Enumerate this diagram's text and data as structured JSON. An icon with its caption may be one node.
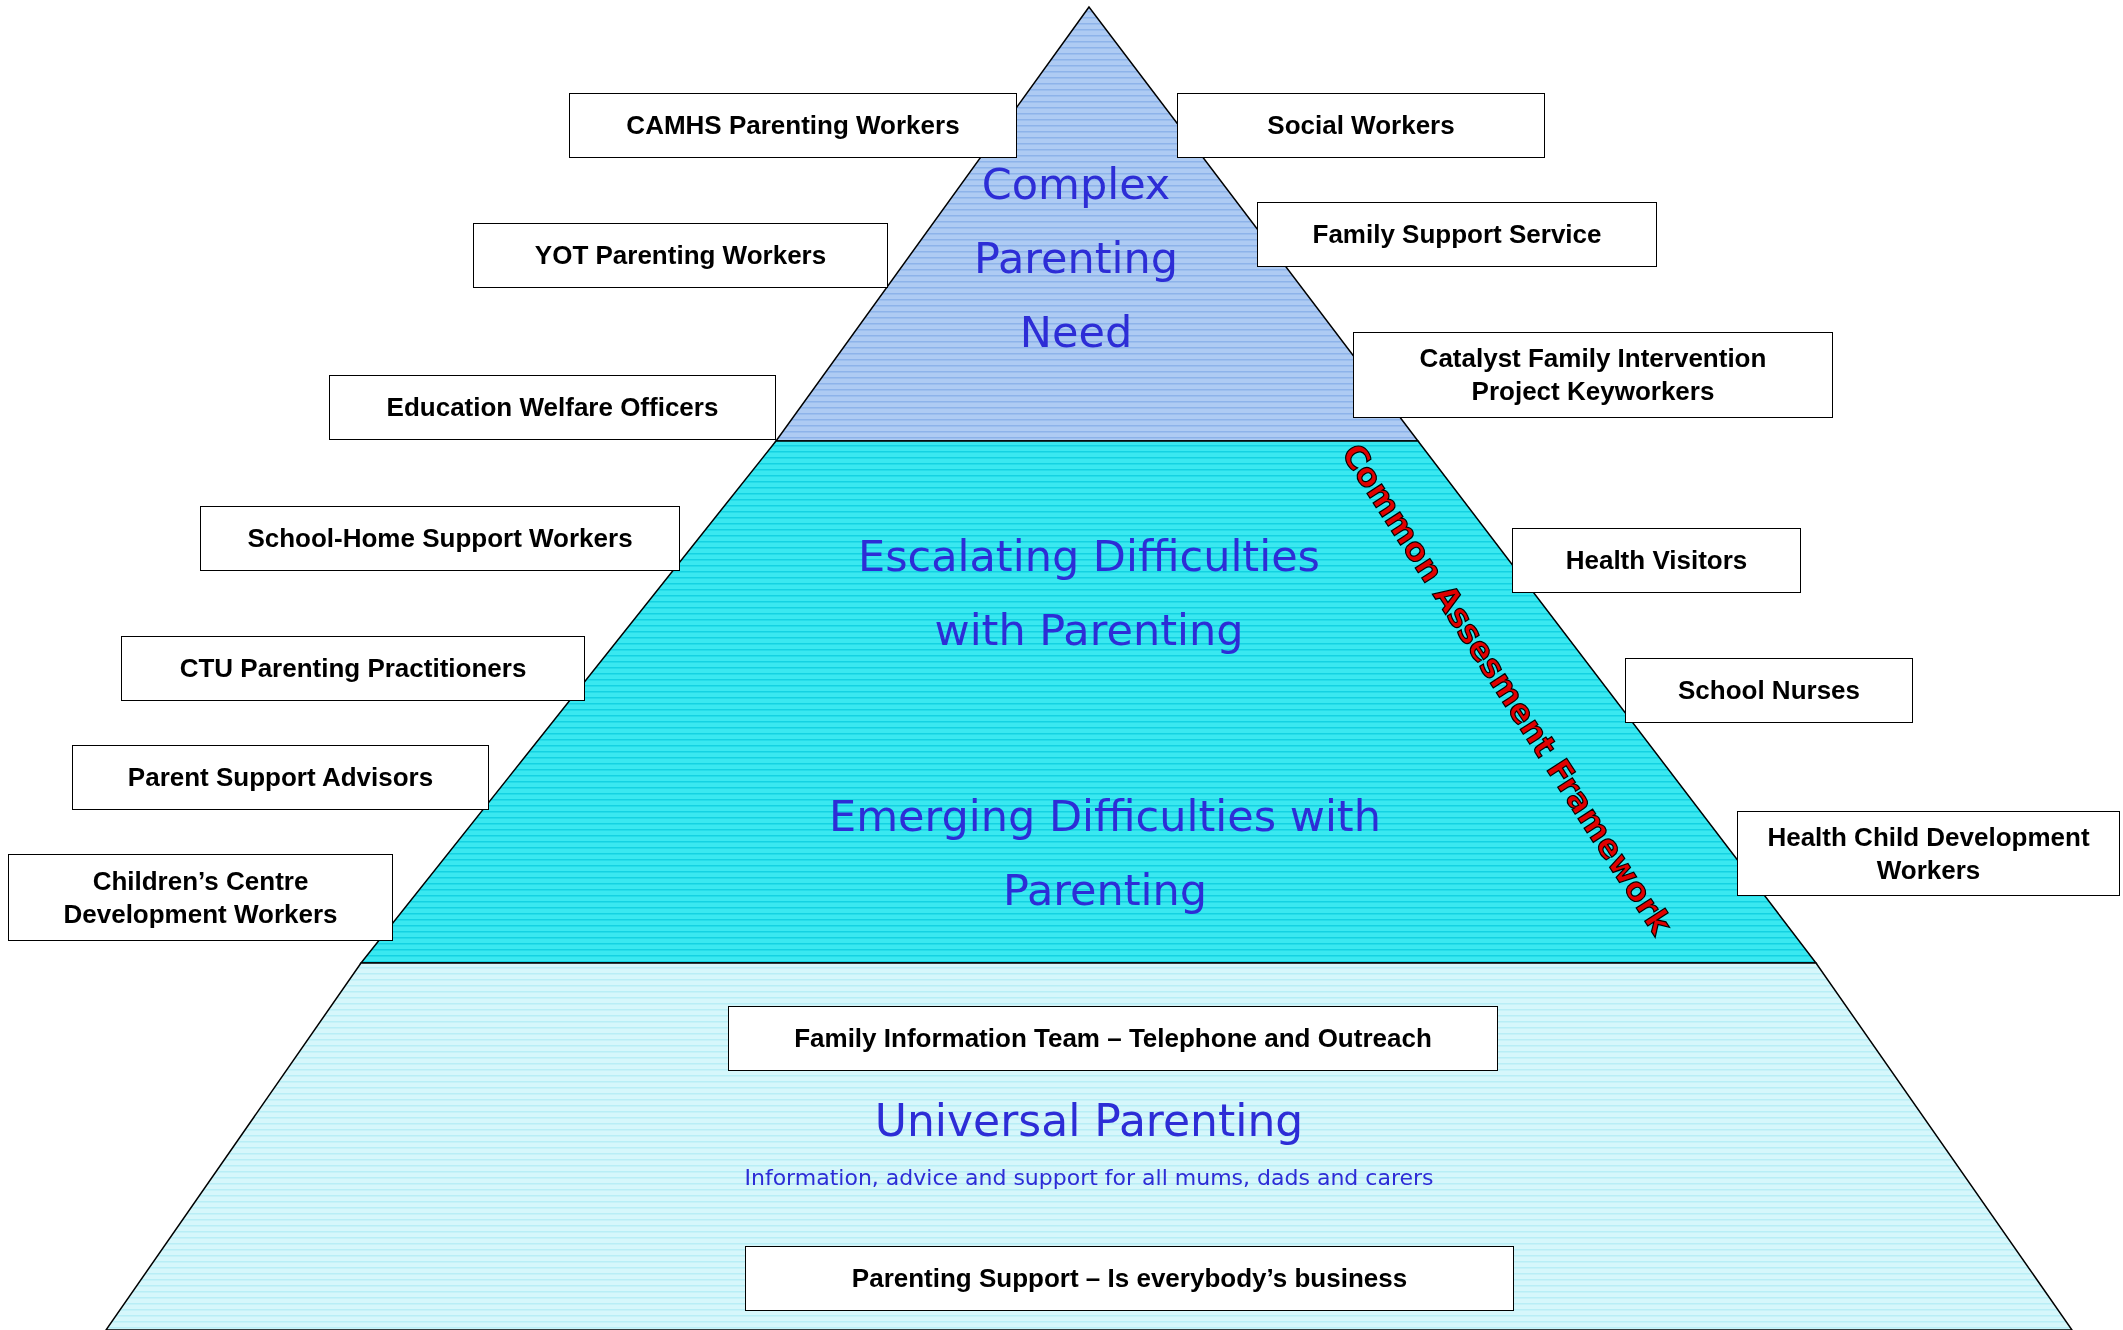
{
  "diagram": {
    "nodes": [
      {
        "text": [
          "Complex Parenting Need"
        ]
      },
      {
        "text": [
          "Escalating Difficulties with Parenting",
          "Emerging Difficulties with Parenting",
          "Common Assesment Framework"
        ]
      },
      {
        "text": [
          "Universal Parenting",
          "Information, advice and support for all mums, dads and carers"
        ]
      },
      {
        "text": [
          "Family Information Team – Telephone and Outreach"
        ],
        "in": 2
      },
      {
        "text": [
          "Parenting Support – Is everybody’s business"
        ],
        "in": 2
      },
      {
        "text": [
          "CAMHS Parenting Workers"
        ]
      },
      {
        "text": [
          "Social Workers"
        ]
      },
      {
        "text": [
          "YOT Parenting Workers"
        ]
      },
      {
        "text": [
          "Family Support Service"
        ]
      },
      {
        "text": [
          "Education Welfare Officers"
        ]
      },
      {
        "text": [
          "Catalyst Family Intervention Project Keyworkers"
        ]
      },
      {
        "text": [
          "School-Home Support Workers"
        ]
      },
      {
        "text": [
          "Health Visitors"
        ]
      },
      {
        "text": [
          "CTU Parenting Practitioners"
        ]
      },
      {
        "text": [
          "School Nurses"
        ]
      },
      {
        "text": [
          "Parent Support Advisors"
        ]
      },
      {
        "text": [
          "Children’s Centre Development Workers"
        ]
      },
      {
        "text": [
          "Health Child Development Workers"
        ]
      }
    ]
  }
}
